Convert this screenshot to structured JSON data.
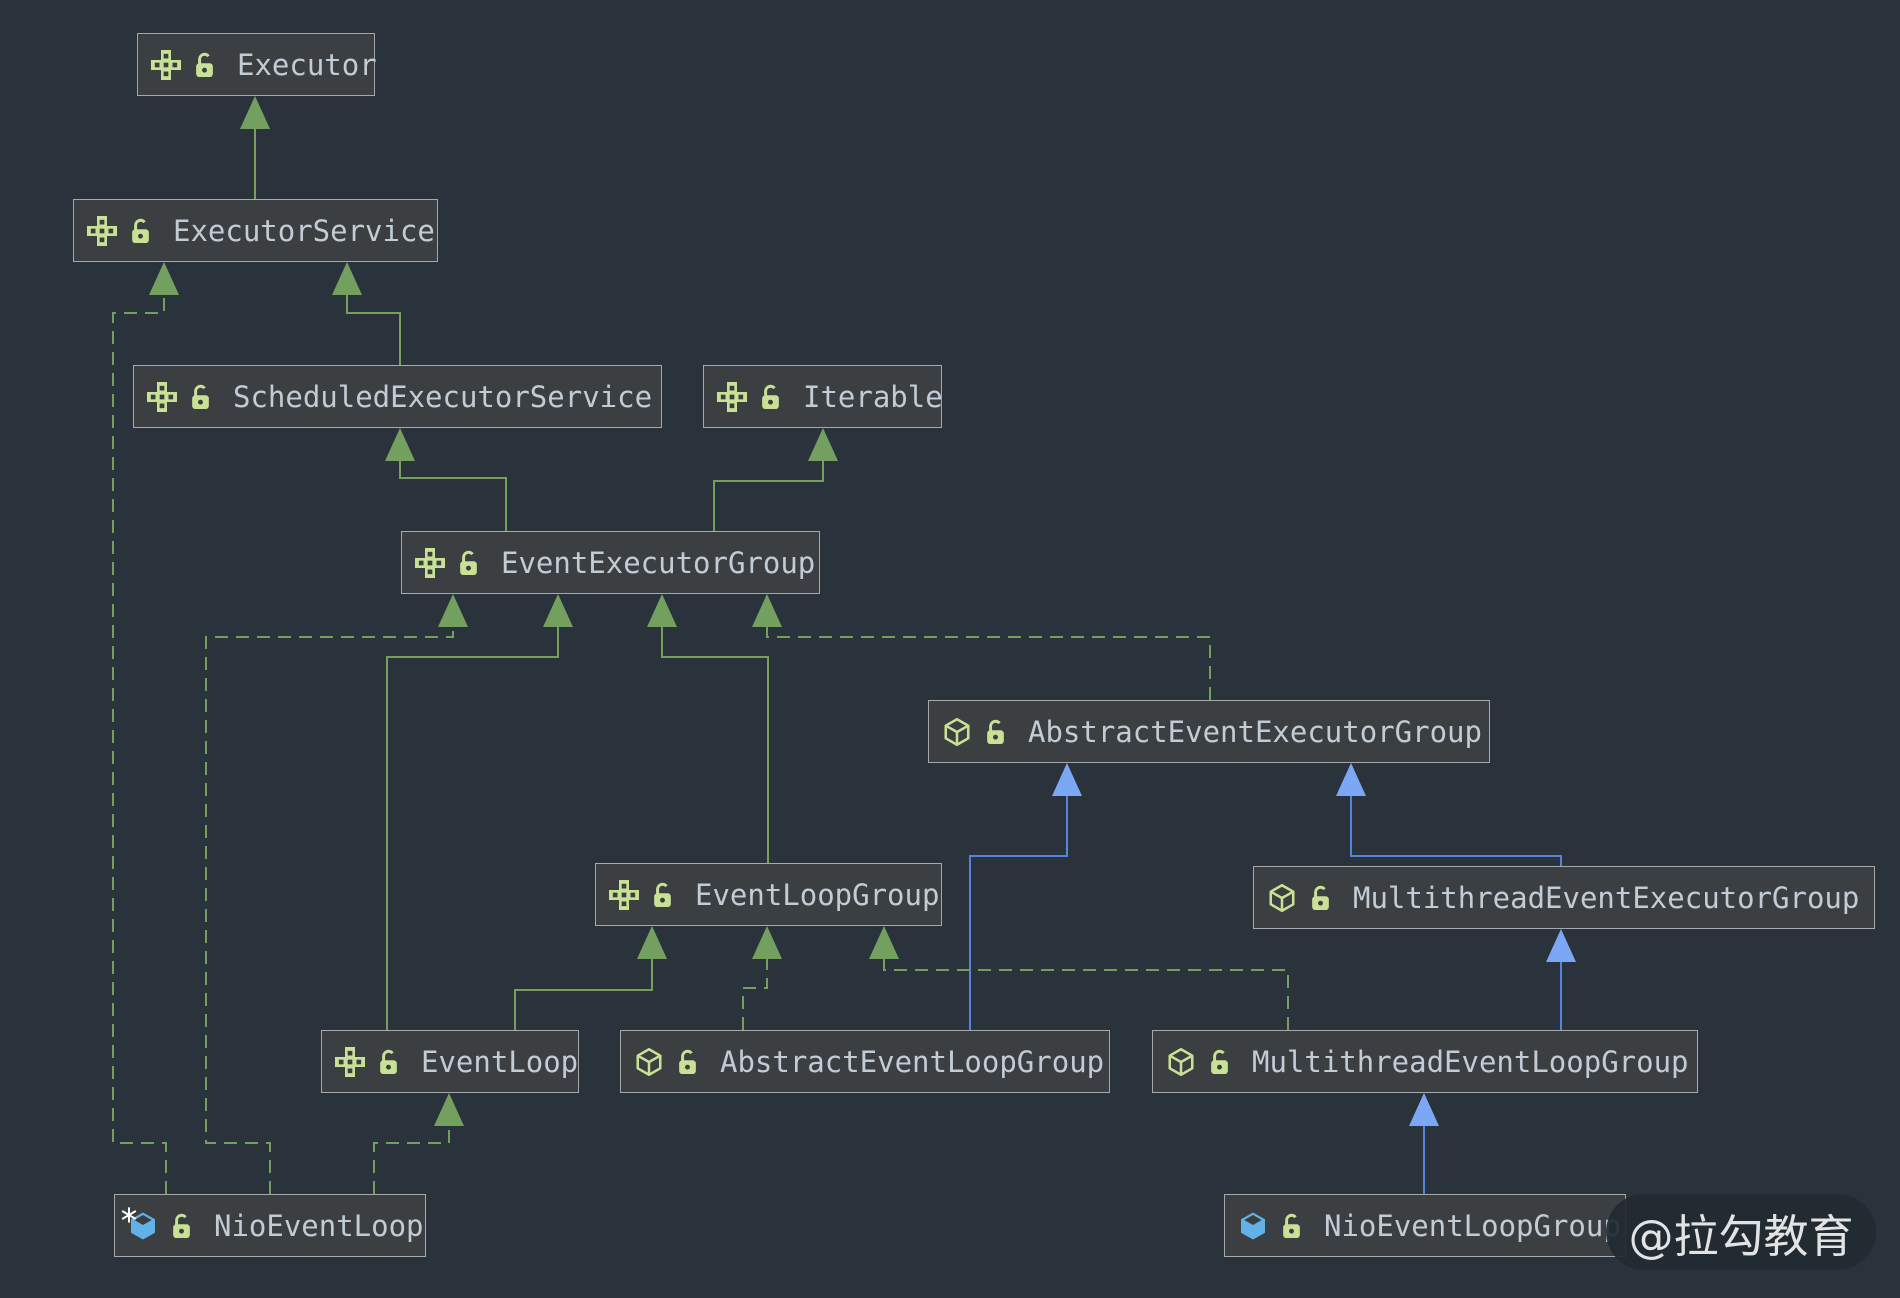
{
  "colors": {
    "background": "#2a333b",
    "box_bg": "#3b3f42",
    "box_border": "#a6a9ab",
    "text": "#c2ccd6",
    "edge_green": "#74a05f",
    "edge_blue": "#5784db",
    "arrow_blue": "#7ba7f4",
    "icon_green": "#c9e195",
    "icon_dark": "#3a3e41",
    "icon_blue": "#62b1e9",
    "watermark_bg": "#222b32",
    "watermark_text": "#f2f2f2"
  },
  "nodes": [
    {
      "id": "Executor",
      "label": "Executor",
      "stereotype": "interface",
      "lock": true
    },
    {
      "id": "ExecutorService",
      "label": "ExecutorService",
      "stereotype": "interface",
      "lock": true
    },
    {
      "id": "ScheduledExecutorService",
      "label": "ScheduledExecutorService",
      "stereotype": "interface",
      "lock": true
    },
    {
      "id": "Iterable",
      "label": "Iterable",
      "stereotype": "interface",
      "lock": true
    },
    {
      "id": "EventExecutorGroup",
      "label": "EventExecutorGroup",
      "stereotype": "interface",
      "lock": true
    },
    {
      "id": "AbstractEventExecutorGroup",
      "label": "AbstractEventExecutorGroup",
      "stereotype": "class",
      "lock": true
    },
    {
      "id": "EventLoopGroup",
      "label": "EventLoopGroup",
      "stereotype": "interface",
      "lock": true
    },
    {
      "id": "MultithreadEventExecutorGroup",
      "label": "MultithreadEventExecutorGroup",
      "stereotype": "class",
      "lock": true
    },
    {
      "id": "EventLoop",
      "label": "EventLoop",
      "stereotype": "interface",
      "lock": true
    },
    {
      "id": "AbstractEventLoopGroup",
      "label": "AbstractEventLoopGroup",
      "stereotype": "class",
      "lock": true
    },
    {
      "id": "MultithreadEventLoopGroup",
      "label": "MultithreadEventLoopGroup",
      "stereotype": "class",
      "lock": true
    },
    {
      "id": "NioEventLoop",
      "label": "NioEventLoop",
      "stereotype": "final-class",
      "lock": true
    },
    {
      "id": "NioEventLoopGroup",
      "label": "NioEventLoopGroup",
      "stereotype": "class",
      "lock": true
    }
  ],
  "edges": [
    {
      "from": "ExecutorService",
      "to": "Executor",
      "relation": "extends",
      "style": "green-solid"
    },
    {
      "from": "ScheduledExecutorService",
      "to": "ExecutorService",
      "relation": "extends",
      "style": "green-solid"
    },
    {
      "from": "EventExecutorGroup",
      "to": "ScheduledExecutorService",
      "relation": "extends",
      "style": "green-solid"
    },
    {
      "from": "EventExecutorGroup",
      "to": "Iterable",
      "relation": "extends",
      "style": "green-solid"
    },
    {
      "from": "EventLoop",
      "to": "EventExecutorGroup",
      "relation": "extends",
      "style": "green-solid"
    },
    {
      "from": "EventLoopGroup",
      "to": "EventExecutorGroup",
      "relation": "extends",
      "style": "green-solid"
    },
    {
      "from": "EventLoop",
      "to": "EventLoopGroup",
      "relation": "extends",
      "style": "green-solid"
    },
    {
      "from": "NioEventLoop",
      "to": "ExecutorService",
      "relation": "implements",
      "style": "green-dashed"
    },
    {
      "from": "NioEventLoop",
      "to": "EventExecutorGroup",
      "relation": "implements",
      "style": "green-dashed"
    },
    {
      "from": "NioEventLoop",
      "to": "EventLoop",
      "relation": "implements",
      "style": "green-dashed"
    },
    {
      "from": "AbstractEventLoopGroup",
      "to": "EventLoopGroup",
      "relation": "implements",
      "style": "green-dashed"
    },
    {
      "from": "MultithreadEventLoopGroup",
      "to": "EventLoopGroup",
      "relation": "implements",
      "style": "green-dashed"
    },
    {
      "from": "AbstractEventExecutorGroup",
      "to": "EventExecutorGroup",
      "relation": "implements",
      "style": "green-dashed"
    },
    {
      "from": "AbstractEventLoopGroup",
      "to": "AbstractEventExecutorGroup",
      "relation": "extends",
      "style": "blue-solid"
    },
    {
      "from": "MultithreadEventExecutorGroup",
      "to": "AbstractEventExecutorGroup",
      "relation": "extends",
      "style": "blue-solid"
    },
    {
      "from": "MultithreadEventLoopGroup",
      "to": "MultithreadEventExecutorGroup",
      "relation": "extends",
      "style": "blue-solid"
    },
    {
      "from": "NioEventLoopGroup",
      "to": "MultithreadEventLoopGroup",
      "relation": "extends",
      "style": "blue-solid"
    }
  ],
  "watermark": {
    "text": "@拉勾教育"
  }
}
